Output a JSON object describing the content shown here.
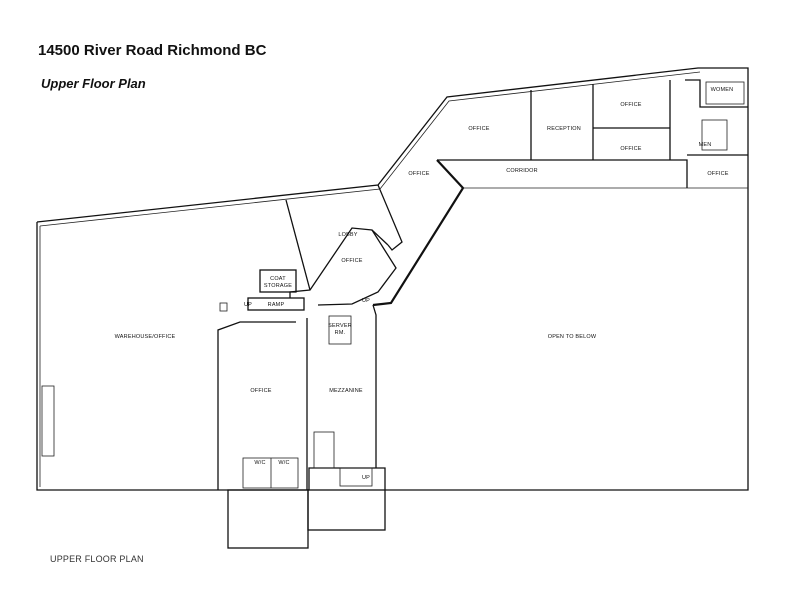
{
  "header": {
    "address": "14500 River Road Richmond BC",
    "plan_title": "Upper Floor Plan"
  },
  "footer": {
    "caption": "UPPER FLOOR PLAN"
  },
  "rooms": {
    "office_1": "OFFICE",
    "reception": "RECEPTION",
    "office_2": "OFFICE",
    "office_3": "OFFICE",
    "women": "WOMEN",
    "men": "MEN",
    "office_4": "OFFICE",
    "corridor": "CORRIDOR",
    "office_5": "OFFICE",
    "lobby": "LOBBY",
    "office_6": "OFFICE",
    "coat_storage_1": "COAT",
    "coat_storage_2": "STORAGE",
    "ramp": "RAMP",
    "up_1": "UP",
    "up_2": "UP",
    "up_3": "UP",
    "server_1": "SERVER",
    "server_2": "RM.",
    "warehouse": "WAREHOUSE/OFFICE",
    "open_to_below": "OPEN TO BELOW",
    "office_7": "OFFICE",
    "mezzanine": "MEZZANINE",
    "wc_1": "W/C",
    "wc_2": "W/C"
  }
}
